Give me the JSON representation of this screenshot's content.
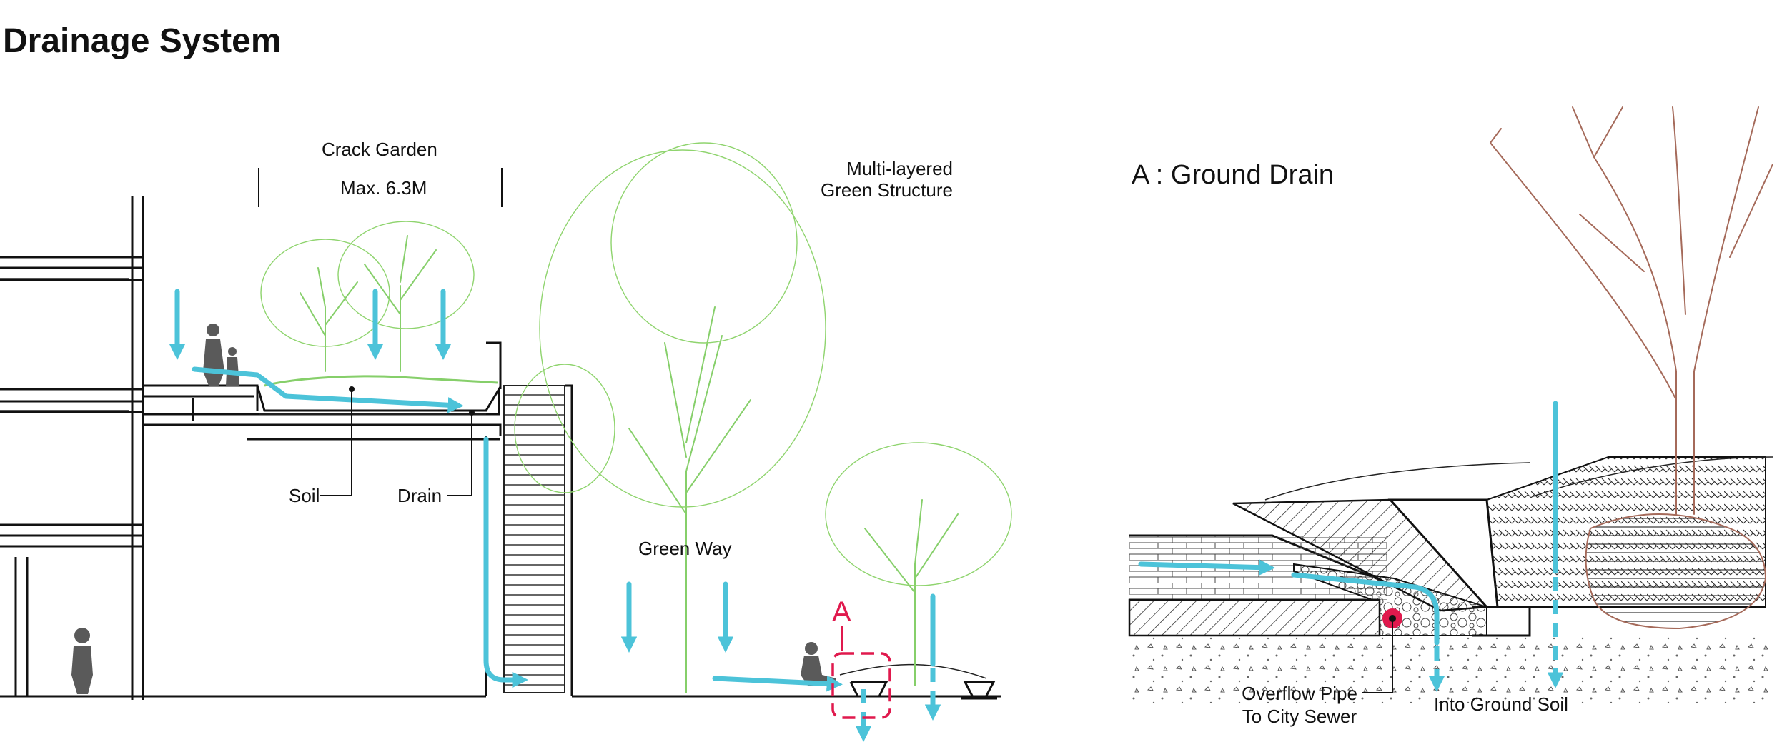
{
  "title": "Drainage System",
  "section": {
    "crack_garden": "Crack Garden",
    "max_width": "Max. 6.3M",
    "multi_layered_1": "Multi-layered",
    "multi_layered_2": "Green Structure",
    "soil": "Soil",
    "drain": "Drain",
    "green_way": "Green Way",
    "marker": "A"
  },
  "detail": {
    "title": "A : Ground Drain",
    "overflow_1": "Overflow Pipe",
    "overflow_2": "To City Sewer",
    "ground_soil": "Into Ground Soil"
  },
  "colors": {
    "water_flow": "#4cc3d9",
    "vegetation": "#86cf6a",
    "bare_tree": "#a56a5a",
    "marker": "#e0194d",
    "human_figure": "#5a5a5a"
  }
}
